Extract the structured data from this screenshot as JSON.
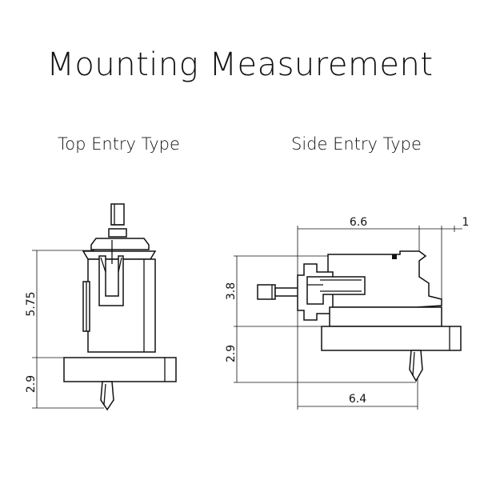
{
  "title": "Mounting Measurement",
  "top_entry": {
    "label": "Top Entry Type",
    "dim_height": "5.75",
    "dim_pin": "2.9"
  },
  "side_entry": {
    "label": "Side Entry Type",
    "dim_top_width": "6.6",
    "dim_top_offset": "1",
    "dim_height": "3.8",
    "dim_base": "2.9",
    "dim_bottom_width": "6.4"
  },
  "colors": {
    "line": "#111111",
    "background": "#ffffff"
  }
}
